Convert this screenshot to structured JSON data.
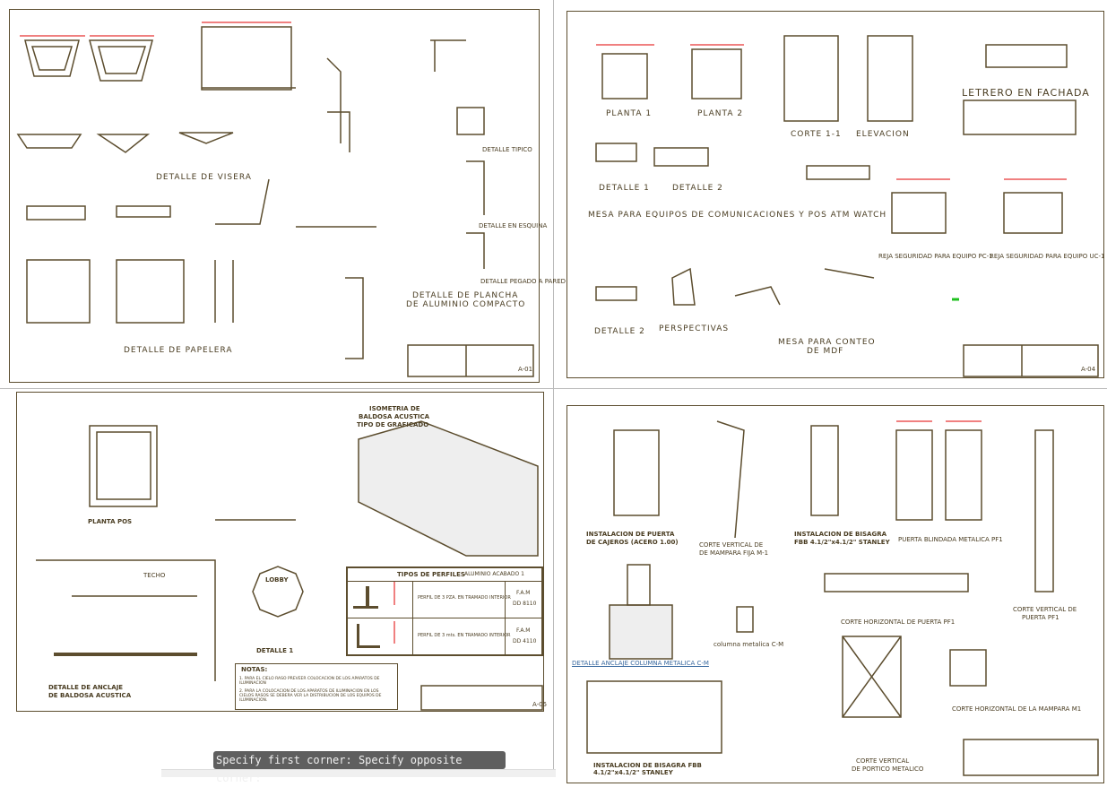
{
  "sheet1": {
    "visera": "DETALLE DE VISERA",
    "papelera": "DETALLE DE PAPELERA",
    "plancha": [
      "DETALLE DE PLANCHA",
      "DE ALUMINIO COMPACTO"
    ],
    "tipico": "DETALLE TIPICO",
    "esquina": "DETALLE EN ESQUINA",
    "pegado": "DETALLE PEGADO A PARED",
    "sheet_no": "A-01"
  },
  "sheet2": {
    "planta1": "PLANTA 1",
    "planta2": "PLANTA 2",
    "corte11": "CORTE 1-1",
    "elevacion": "ELEVACION",
    "letrero": "LETRERO EN FACHADA",
    "detalle1": "DETALLE 1",
    "detalle2": "DETALLE 2",
    "mesa": "MESA PARA EQUIPOS DE COMUNICACIONES Y POS ATM WATCH",
    "reja_pc": "REJA SEGURIDAD PARA EQUIPO PC-1",
    "reja_uc": "REJA SEGURIDAD PARA EQUIPO UC-1",
    "detalle2b": "DETALLE 2",
    "perspectivas": "PERSPECTIVAS",
    "mesa_mdf": [
      "MESA PARA CONTEO",
      "DE MDF"
    ],
    "sheet_no": "A-04"
  },
  "sheet3": {
    "isometria": [
      "ISOMETRIA DE",
      "BALDOSA ACUSTICA",
      "TIPO DE GRAFICADO"
    ],
    "planta_pos": "PLANTA POS",
    "detalle_anclaje": [
      "DETALLE DE ANCLAJE",
      "DE BALDOSA ACUSTICA"
    ],
    "lobby": "LOBBY",
    "detalle1": "DETALLE 1",
    "techo": "TECHO",
    "table": {
      "title": "TIPOS DE PERFILES",
      "subtitle": "ALUMINIO ACABADO 1",
      "rows": [
        {
          "desc": "PERFIL DE 3 PZA. EN TRAMADO INTERIOR",
          "code": [
            "F.A.M",
            "DD 8110"
          ]
        },
        {
          "desc": "PERFIL DE 3 mts. EN TRAMADO INTERIOR",
          "code": [
            "F.A.M",
            "DD 4110"
          ]
        }
      ]
    },
    "notes": {
      "title": "NOTAS:",
      "items": [
        "1. PARA EL CIELO RASO PREVEER COLOCACION DE LOS APARATOS DE ILUMINACION",
        "2. PARA LA COLOCACION DE LOS APARATOS DE ILUMINACION EN LOS CIELOS RASOS SE DEBERA VER LA DISTRIBUCION DE LOS EQUIPOS DE ILUMINACION."
      ]
    },
    "sheet_no": "A-05"
  },
  "sheet4": {
    "puerta_cajeros": [
      "INSTALACION DE PUERTA",
      "DE CAJEROS (ACERO 1.00)"
    ],
    "corte_mampara": [
      "CORTE VERTICAL DE",
      "DE MAMPARA FIJA M-1"
    ],
    "bisagra": [
      "INSTALACION DE BISAGRA",
      "FBB 4.1/2\"x4.1/2\" STANLEY"
    ],
    "puerta_blindada": "PUERTA BLINDADA METALICA PF1",
    "corte_vertical_pf1": [
      "CORTE VERTICAL DE",
      "PUERTA PF1"
    ],
    "corte_horizontal_pf1": "CORTE HORIZONTAL DE PUERTA PF1",
    "anclaje_columna": "DETALLE ANCLAJE COLUMNA METALICA C-M",
    "columna": "columna metalica C-M",
    "bisagra2": [
      "INSTALACION DE BISAGRA FBB",
      "4.1/2\"x4.1/2\" STANLEY"
    ],
    "corte_portico": [
      "CORTE VERTICAL",
      "DE PORTICO METALICO"
    ],
    "corte_mampara_m1": "CORTE HORIZONTAL DE LA MAMPARA M1"
  },
  "command_line": {
    "prompt": "Specify first corner: Specify opposite corner:"
  },
  "colors": {
    "line": "#5c4d2e",
    "dimension": "#e00000",
    "marker": "#ffff00",
    "command_bg": "#5f5f5f"
  }
}
